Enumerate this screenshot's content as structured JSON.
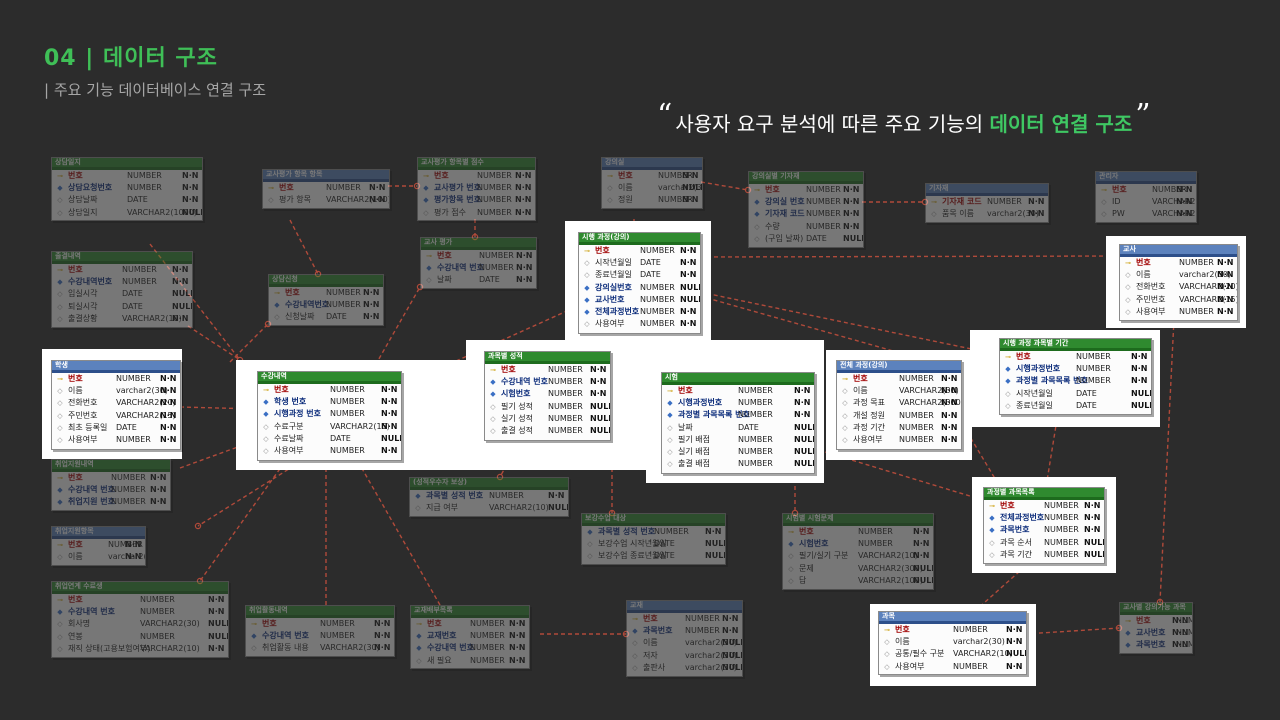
{
  "header": {
    "title": "04 | 데이터 구조",
    "subtitle": "| 주요 기능 데이터베이스 연결 구조",
    "quote_prefix": "사용자 요구 분석에 따른 주요 기능의 ",
    "quote_highlight": "데이터 연결 구조",
    "quote_open": "“",
    "quote_close": "”"
  },
  "colors": {
    "background": "#2c2c2c",
    "accent_green": "#3fbf57",
    "table_header_green": "#2f8a2f",
    "table_header_blue": "#5c82bd",
    "relation_line": "#b04a3a"
  },
  "diagram": {
    "tables": [
      {
        "id": "sangdam_ilji",
        "title": "상담일지",
        "header": "green",
        "dim": true,
        "cols": [
          [
            "pk",
            "번호",
            "NUMBER",
            "N·N"
          ],
          [
            "fk",
            "상담요청번호",
            "NUMBER",
            "N·N"
          ],
          [
            "nm",
            "상담날짜",
            "DATE",
            "N·N"
          ],
          [
            "nm",
            "상담일지",
            "VARCHAR2(1000)",
            "NULL"
          ]
        ]
      },
      {
        "id": "chulgyeol",
        "title": "출결내역",
        "header": "green",
        "dim": true,
        "cols": [
          [
            "pk",
            "번호",
            "NUMBER",
            "N·N"
          ],
          [
            "fk",
            "수강내역번호",
            "NUMBER",
            "N·N"
          ],
          [
            "nm",
            "입실시각",
            "DATE",
            "NULL"
          ],
          [
            "nm",
            "퇴실시각",
            "DATE",
            "NULL"
          ],
          [
            "nm",
            "출결상황",
            "VARCHAR2(10)",
            "N·N"
          ]
        ]
      },
      {
        "id": "student",
        "title": "학생",
        "header": "blue",
        "dim": false,
        "cols": [
          [
            "pk",
            "번호",
            "NUMBER",
            "N·N"
          ],
          [
            "nm",
            "이름",
            "varchar2(30)",
            "N·N"
          ],
          [
            "nm",
            "전화번호",
            "VARCHAR2(20)",
            "N·N"
          ],
          [
            "nm",
            "주민번호",
            "VARCHAR2(15)",
            "N·N"
          ],
          [
            "nm",
            "최초 등록일",
            "DATE",
            "N·N"
          ],
          [
            "nm",
            "사용여부",
            "NUMBER",
            "N·N"
          ]
        ]
      },
      {
        "id": "chwieop_naeyeok",
        "title": "취업지원내역",
        "header": "green",
        "dim": true,
        "cols": [
          [
            "pk",
            "번호",
            "NUMBER",
            "N·N"
          ],
          [
            "fk",
            "수강내역 번호",
            "NUMBER",
            "N·N"
          ],
          [
            "fk",
            "취업지원 번호",
            "NUMBER",
            "N·N"
          ]
        ]
      },
      {
        "id": "chwieop_hangmok",
        "title": "취업지원항목",
        "header": "blue",
        "dim": true,
        "cols": [
          [
            "pk",
            "번호",
            "NUMBER",
            "N·N"
          ],
          [
            "nm",
            "이름",
            "varchar2(30)",
            "N·N"
          ]
        ]
      },
      {
        "id": "chwieop_suryo",
        "title": "취업연계 수료생",
        "header": "green",
        "dim": true,
        "cols": [
          [
            "pk",
            "번호",
            "NUMBER",
            "N·N"
          ],
          [
            "fk",
            "수강내역 번호",
            "NUMBER",
            "N·N"
          ],
          [
            "nm",
            "회사명",
            "VARCHAR2(30)",
            "NULL"
          ],
          [
            "nm",
            "연봉",
            "NUMBER",
            "NULL"
          ],
          [
            "nm",
            "재직 상태(고용보험여부)",
            "VARCHAR2(10)",
            "N·N"
          ]
        ]
      },
      {
        "id": "gyosa_pyeongga_hangmok",
        "title": "교사평가 항목 항목",
        "header": "blue",
        "dim": true,
        "cols": [
          [
            "pk",
            "번호",
            "NUMBER",
            "N·N"
          ],
          [
            "nm",
            "평가 항목",
            "VARCHAR2(100)",
            "N·N"
          ]
        ]
      },
      {
        "id": "gyosa_pyeongga_jeomsu",
        "title": "교사평가 항목별 점수",
        "header": "green",
        "dim": true,
        "cols": [
          [
            "pk",
            "번호",
            "NUMBER",
            "N·N"
          ],
          [
            "fk",
            "교사평가 번호",
            "NUMBER",
            "N·N"
          ],
          [
            "fk",
            "평가항목 번호",
            "NUMBER",
            "N·N"
          ],
          [
            "nm",
            "평가 점수",
            "NUMBER",
            "N·N"
          ]
        ]
      },
      {
        "id": "sangdam_sincheong",
        "title": "상담신청",
        "header": "green",
        "dim": true,
        "cols": [
          [
            "pk",
            "번호",
            "NUMBER",
            "N·N"
          ],
          [
            "fk",
            "수강내역번호",
            "NUMBER",
            "N·N"
          ],
          [
            "nm",
            "신청날짜",
            "DATE",
            "N·N"
          ]
        ]
      },
      {
        "id": "gyosa_pyeongga",
        "title": "교사 평가",
        "header": "green",
        "dim": true,
        "cols": [
          [
            "pk",
            "번호",
            "NUMBER",
            "N·N"
          ],
          [
            "fk",
            "수강내역 번호",
            "NUMBER",
            "N·N"
          ],
          [
            "nm",
            "날짜",
            "DATE",
            "N·N"
          ]
        ]
      },
      {
        "id": "gangeuisil",
        "title": "강의실",
        "header": "blue",
        "dim": true,
        "cols": [
          [
            "pk",
            "번호",
            "NUMBER",
            "N·N"
          ],
          [
            "nm",
            "이름",
            "varchar2(30)",
            "NULL"
          ],
          [
            "nm",
            "정원",
            "NUMBER",
            "N·N"
          ]
        ]
      },
      {
        "id": "gangeuisil_gijajae",
        "title": "강의실별 기자재",
        "header": "green",
        "dim": true,
        "cols": [
          [
            "pk",
            "번호",
            "NUMBER",
            "N·N"
          ],
          [
            "fk",
            "강의실 번호",
            "NUMBER",
            "N·N"
          ],
          [
            "fk",
            "기자재 코드",
            "NUMBER",
            "N·N"
          ],
          [
            "nm",
            "수량",
            "NUMBER",
            "N·N"
          ],
          [
            "nm",
            "(구입 날짜)",
            "DATE",
            "NULL"
          ]
        ]
      },
      {
        "id": "gijajae",
        "title": "기자재",
        "header": "blue",
        "dim": true,
        "cols": [
          [
            "pk",
            "기자재 코드",
            "NUMBER",
            "N·N"
          ],
          [
            "nm",
            "품목 이름",
            "varchar2(30)",
            "N·N"
          ]
        ]
      },
      {
        "id": "admin",
        "title": "관리자",
        "header": "blue",
        "dim": true,
        "cols": [
          [
            "pk",
            "번호",
            "NUMBER",
            "N·N"
          ],
          [
            "nm",
            "ID",
            "VARCHAR2(30)",
            "N·N"
          ],
          [
            "nm",
            "PW",
            "VARCHAR2(30)",
            "N·N"
          ]
        ]
      },
      {
        "id": "course",
        "title": "시행 과정(강의)",
        "header": "green",
        "dim": false,
        "cols": [
          [
            "pk",
            "번호",
            "NUMBER",
            "N·N"
          ],
          [
            "nm",
            "시작년월일",
            "DATE",
            "N·N"
          ],
          [
            "nm",
            "종료년월일",
            "DATE",
            "N·N"
          ],
          [
            "fk",
            "강의실번호",
            "NUMBER",
            "NULL"
          ],
          [
            "fk",
            "교사번호",
            "NUMBER",
            "NULL"
          ],
          [
            "fk",
            "전체과정번호",
            "NUMBER",
            "N·N"
          ],
          [
            "nm",
            "사용여부",
            "NUMBER",
            "N·N"
          ]
        ]
      },
      {
        "id": "teacher",
        "title": "교사",
        "header": "blue",
        "dim": false,
        "cols": [
          [
            "pk",
            "번호",
            "NUMBER",
            "N·N"
          ],
          [
            "nm",
            "이름",
            "varchar2(30)",
            "N·N"
          ],
          [
            "nm",
            "전화번호",
            "VARCHAR2(20)",
            "N·N"
          ],
          [
            "nm",
            "주민번호",
            "VARCHAR2(15)",
            "N·N"
          ],
          [
            "nm",
            "사용여부",
            "NUMBER",
            "N·N"
          ]
        ]
      },
      {
        "id": "enroll",
        "title": "수강내역",
        "header": "green",
        "dim": false,
        "cols": [
          [
            "pk",
            "번호",
            "NUMBER",
            "N·N"
          ],
          [
            "fk",
            "학생 번호",
            "NUMBER",
            "N·N"
          ],
          [
            "fk",
            "시행과정 번호",
            "NUMBER",
            "N·N"
          ],
          [
            "nm",
            "수료구분",
            "VARCHAR2(15)",
            "N·N"
          ],
          [
            "nm",
            "수료날짜",
            "DATE",
            "NULL"
          ],
          [
            "nm",
            "사용여부",
            "NUMBER",
            "N·N"
          ]
        ]
      },
      {
        "id": "subject_grade",
        "title": "과목별 성적",
        "header": "green",
        "dim": false,
        "cols": [
          [
            "pk",
            "번호",
            "NUMBER",
            "N·N"
          ],
          [
            "fk",
            "수강내역 번호",
            "NUMBER",
            "N·N"
          ],
          [
            "fk",
            "시험번호",
            "NUMBER",
            "N·N"
          ],
          [
            "nm",
            "필기 성적",
            "NUMBER",
            "NULL"
          ],
          [
            "nm",
            "실기 성적",
            "NUMBER",
            "NULL"
          ],
          [
            "nm",
            "출결 성적",
            "NUMBER",
            "NULL"
          ]
        ]
      },
      {
        "id": "exam",
        "title": "시험",
        "header": "green",
        "dim": false,
        "cols": [
          [
            "pk",
            "번호",
            "NUMBER",
            "N·N"
          ],
          [
            "fk",
            "시행과정번호",
            "NUMBER",
            "N·N"
          ],
          [
            "fk",
            "과정별 과목목록 번호",
            "NUMBER",
            "N·N"
          ],
          [
            "nm",
            "날짜",
            "DATE",
            "NULL"
          ],
          [
            "nm",
            "필기 배점",
            "NUMBER",
            "NULL"
          ],
          [
            "nm",
            "실기 배점",
            "NUMBER",
            "NULL"
          ],
          [
            "nm",
            "출결 배점",
            "NUMBER",
            "NULL"
          ]
        ]
      },
      {
        "id": "full_course",
        "title": "전체 과정(강의)",
        "header": "blue",
        "dim": false,
        "cols": [
          [
            "pk",
            "번호",
            "NUMBER",
            "N·N"
          ],
          [
            "nm",
            "이름",
            "VARCHAR2(30)",
            "N·N"
          ],
          [
            "nm",
            "과정 목표",
            "VARCHAR2(300)",
            "N·N"
          ],
          [
            "nm",
            "개설 정원",
            "NUMBER",
            "N·N"
          ],
          [
            "nm",
            "과정 기간",
            "NUMBER",
            "N·N"
          ],
          [
            "nm",
            "사용여부",
            "NUMBER",
            "N·N"
          ]
        ]
      },
      {
        "id": "course_subject_period",
        "title": "시행 과정 과목별 기간",
        "header": "green",
        "dim": false,
        "cols": [
          [
            "pk",
            "번호",
            "NUMBER",
            "N·N"
          ],
          [
            "fk",
            "시행과정번호",
            "NUMBER",
            "N·N"
          ],
          [
            "fk",
            "과정별 과목목록 번호",
            "NUMBER",
            "N·N"
          ],
          [
            "nm",
            "시작년월일",
            "DATE",
            "NULL"
          ],
          [
            "nm",
            "종료년월일",
            "DATE",
            "NULL"
          ]
        ]
      },
      {
        "id": "seongjeok_bosang",
        "title": "(성적우수자 보상)",
        "header": "green",
        "dim": true,
        "cols": [
          [
            "fk",
            "과목별 성적 번호",
            "NUMBER",
            "N·N"
          ],
          [
            "nm",
            "지급 여부",
            "VARCHAR2(10)",
            "NULL"
          ]
        ]
      },
      {
        "id": "bogang",
        "title": "보강수업 대상",
        "header": "green",
        "dim": true,
        "cols": [
          [
            "fk",
            "과목별 성적 번호",
            "NUMBER",
            "N·N"
          ],
          [
            "nm",
            "보강수업 시작년월일",
            "DATE",
            "NULL"
          ],
          [
            "nm",
            "보강수업 종료년월일",
            "DATE",
            "NULL"
          ]
        ]
      },
      {
        "id": "exam_question",
        "title": "시험별 시험문제",
        "header": "green",
        "dim": true,
        "cols": [
          [
            "pk",
            "번호",
            "NUMBER",
            "N·N"
          ],
          [
            "fk",
            "시험번호",
            "NUMBER",
            "N·N"
          ],
          [
            "nm",
            "필기/실기 구분",
            "VARCHAR2(10)",
            "N·N"
          ],
          [
            "nm",
            "문제",
            "VARCHAR2(300)",
            "NULL"
          ],
          [
            "nm",
            "답",
            "VARCHAR2(100)",
            "NULL"
          ]
        ]
      },
      {
        "id": "course_subject_list",
        "title": "과정별 과목목록",
        "header": "green",
        "dim": false,
        "cols": [
          [
            "pk",
            "번호",
            "NUMBER",
            "N·N"
          ],
          [
            "fk",
            "전체과정번호",
            "NUMBER",
            "N·N"
          ],
          [
            "fk",
            "과목번호",
            "NUMBER",
            "N·N"
          ],
          [
            "nm",
            "과목 순서",
            "NUMBER",
            "NULL"
          ],
          [
            "nm",
            "과목 기간",
            "NUMBER",
            "NULL"
          ]
        ]
      },
      {
        "id": "chwieop_hwaldong",
        "title": "취업활동내역",
        "header": "green",
        "dim": true,
        "cols": [
          [
            "pk",
            "번호",
            "NUMBER",
            "N·N"
          ],
          [
            "fk",
            "수강내역 번호",
            "NUMBER",
            "N·N"
          ],
          [
            "nm",
            "취업활동 내용",
            "VARCHAR2(30)",
            "N·N"
          ]
        ]
      },
      {
        "id": "textbook_list",
        "title": "교재배부목록",
        "header": "green",
        "dim": true,
        "cols": [
          [
            "pk",
            "번호",
            "NUMBER",
            "N·N"
          ],
          [
            "fk",
            "교재번호",
            "NUMBER",
            "N·N"
          ],
          [
            "fk",
            "수강내역 번호",
            "NUMBER",
            "N·N"
          ],
          [
            "nm",
            "새 필요",
            "NUMBER",
            "N·N"
          ]
        ]
      },
      {
        "id": "textbook",
        "title": "교재",
        "header": "blue",
        "dim": true,
        "cols": [
          [
            "pk",
            "번호",
            "NUMBER",
            "N·N"
          ],
          [
            "fk",
            "과목번호",
            "NUMBER",
            "N·N"
          ],
          [
            "nm",
            "이름",
            "varchar2(30)",
            "NULL"
          ],
          [
            "nm",
            "저자",
            "varchar2(30)",
            "NULL"
          ],
          [
            "nm",
            "출판사",
            "varchar2(30)",
            "NULL"
          ]
        ]
      },
      {
        "id": "subject",
        "title": "과목",
        "header": "blue",
        "dim": false,
        "cols": [
          [
            "pk",
            "번호",
            "NUMBER",
            "N·N"
          ],
          [
            "nm",
            "이름",
            "varchar2(30)",
            "N·N"
          ],
          [
            "nm",
            "공통/필수 구분",
            "VARCHAR2(10)",
            "NULL"
          ],
          [
            "nm",
            "사용여부",
            "NUMBER",
            "N·N"
          ]
        ]
      },
      {
        "id": "teacher_subject",
        "title": "교사별 강의가능 과목",
        "header": "green",
        "dim": true,
        "cols": [
          [
            "pk",
            "번호",
            "NUMBER",
            "N·N"
          ],
          [
            "fk",
            "교사번호",
            "NUMBER",
            "N·N"
          ],
          [
            "fk",
            "과목번호",
            "NUMBER",
            "N·N"
          ]
        ]
      }
    ]
  }
}
